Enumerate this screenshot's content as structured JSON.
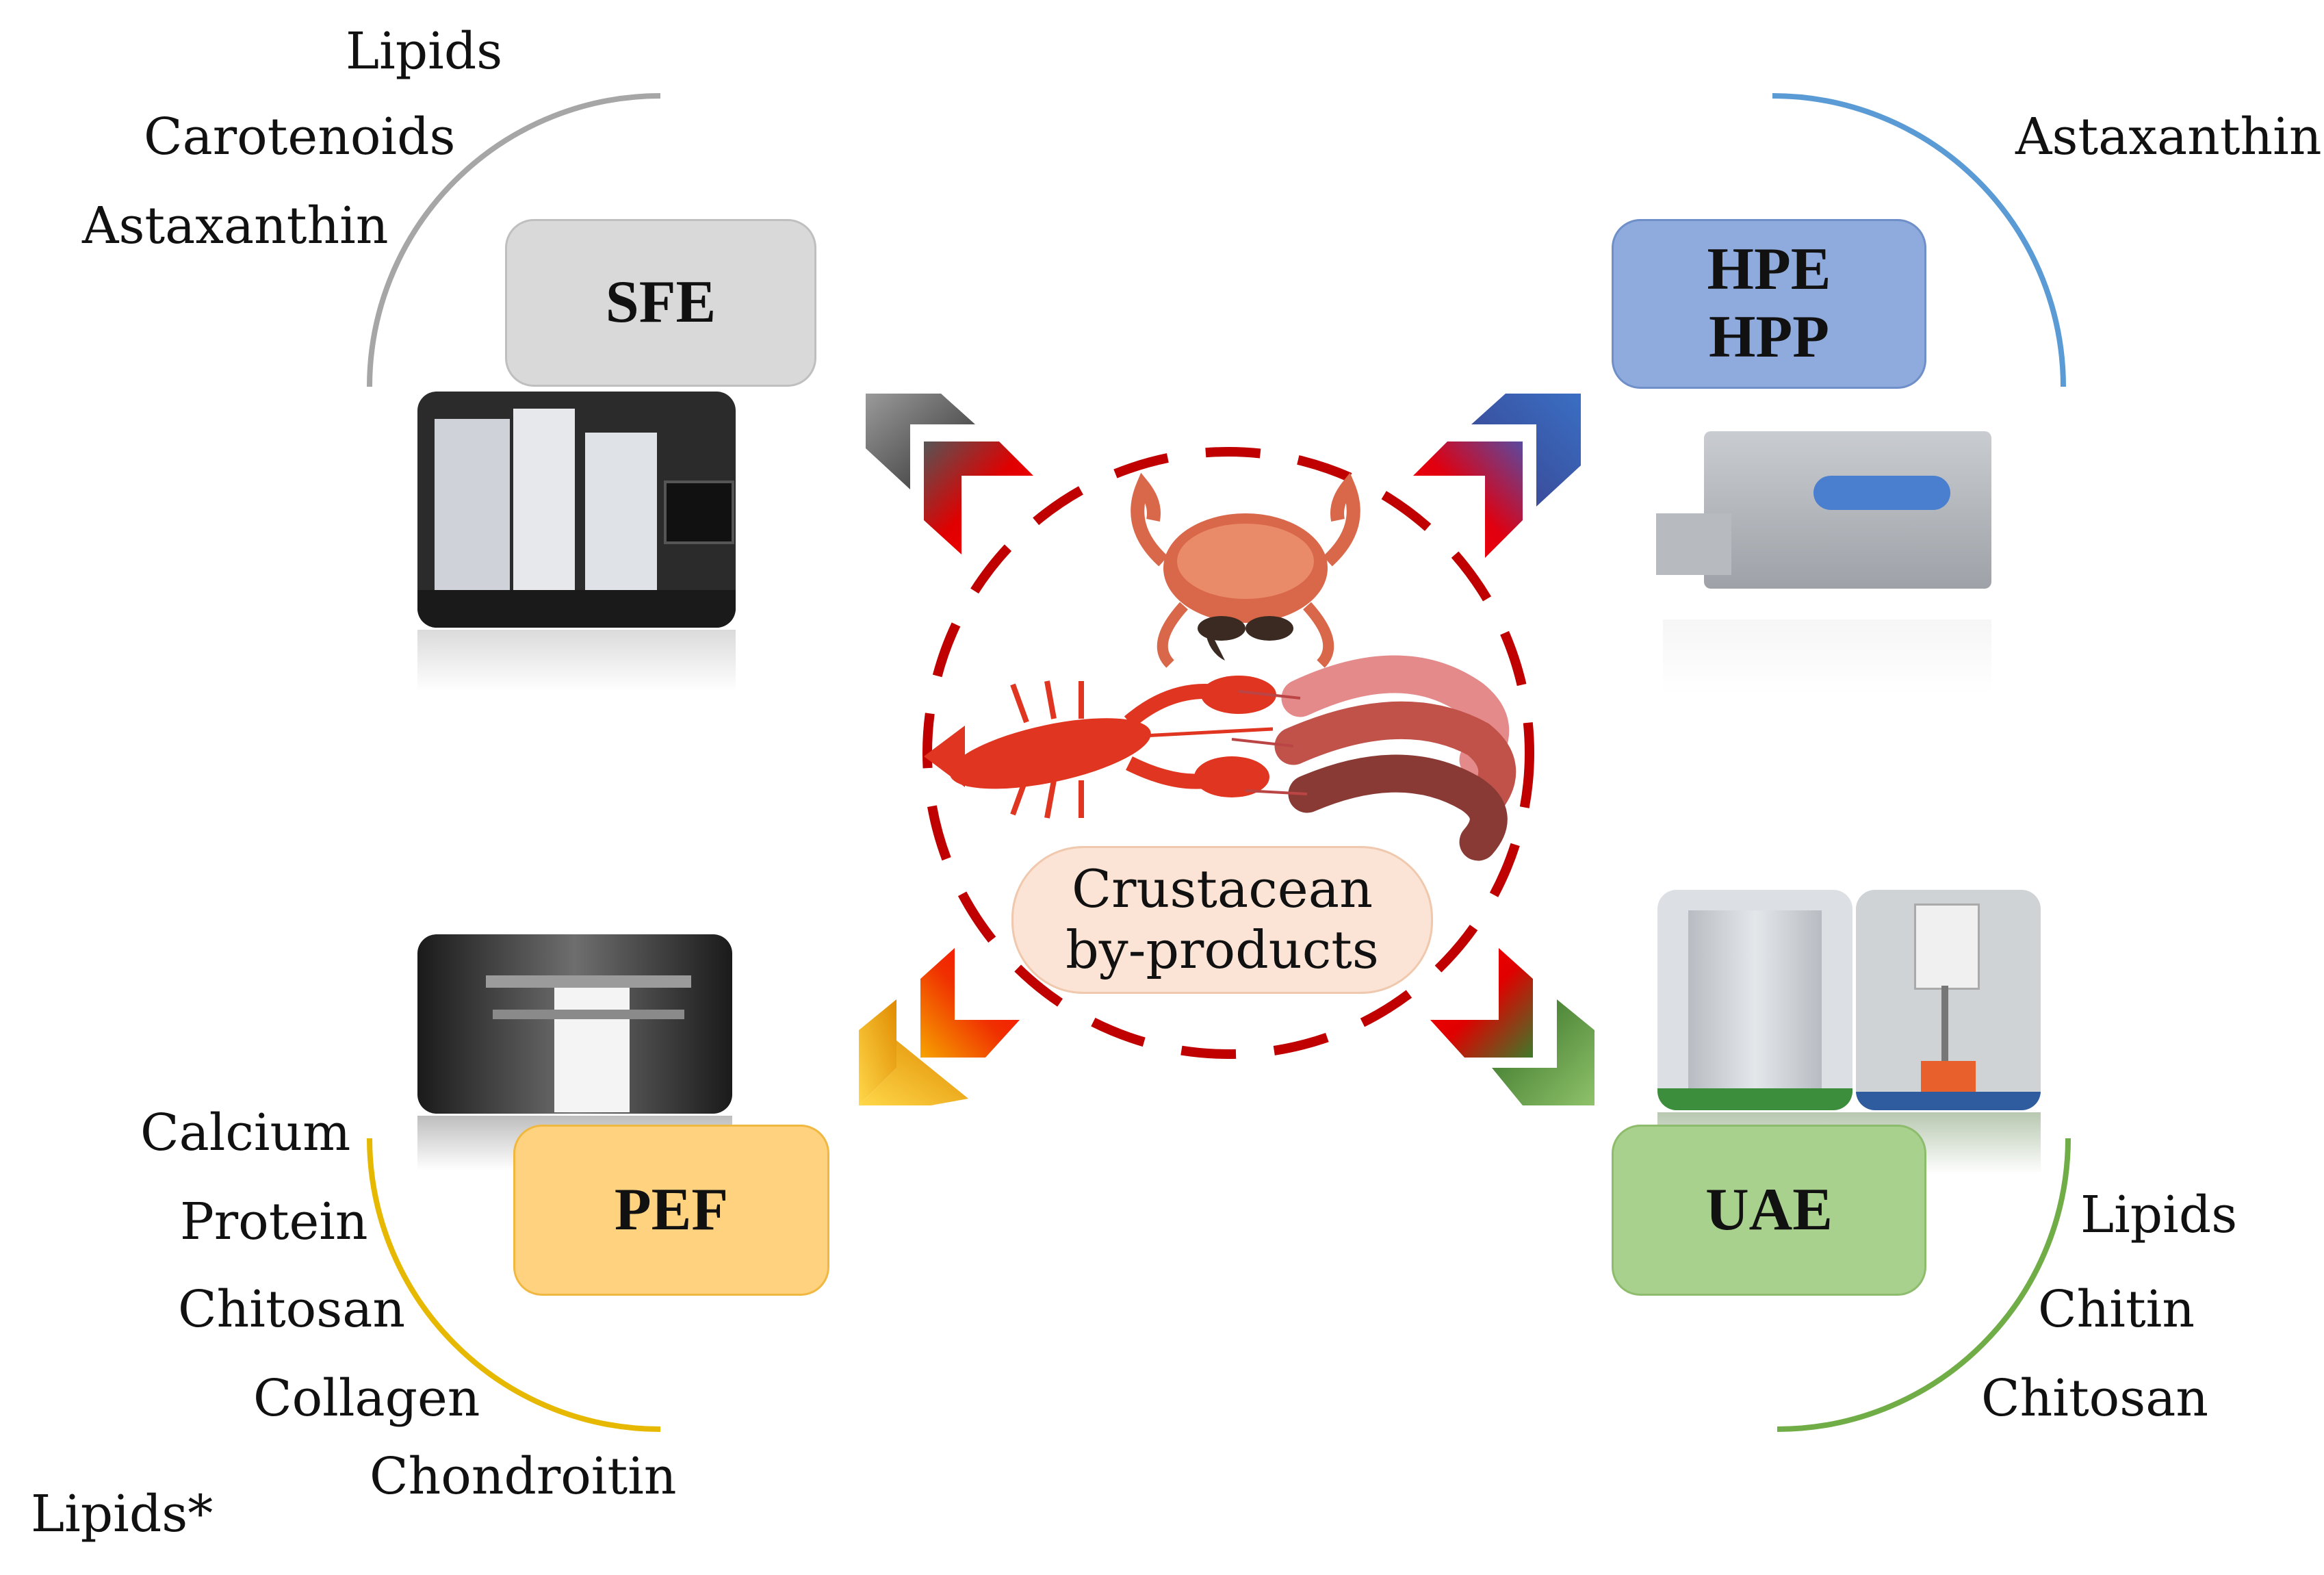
{
  "center": {
    "line1": "Crustacean",
    "line2": "by-products"
  },
  "techniques": {
    "sfe": {
      "label": "SFE",
      "compounds": [
        "Lipids",
        "Carotenoids",
        "Astaxanthin"
      ]
    },
    "hpe": {
      "line1": "HPE",
      "line2": "HPP",
      "compounds": [
        "Astaxanthin"
      ]
    },
    "pef": {
      "label": "PEF",
      "compounds": [
        "Calcium",
        "Protein",
        "Chitosan",
        "Collagen",
        "Chondroitin"
      ],
      "extra": "Lipids*"
    },
    "uae": {
      "label": "UAE",
      "compounds": [
        "Lipids",
        "Chitin",
        "Chitosan"
      ]
    }
  },
  "colors": {
    "sfe": "#d9d9d9",
    "hpe": "#8faadc",
    "pef": "#ffd27f",
    "uae": "#a9d18e",
    "sfe_arc": "#a6a6a6",
    "hpe_arc": "#5b9bd5",
    "pef_arc": "#e6b800",
    "uae_arc": "#70ad47",
    "dashed_circle": "#c00000"
  }
}
